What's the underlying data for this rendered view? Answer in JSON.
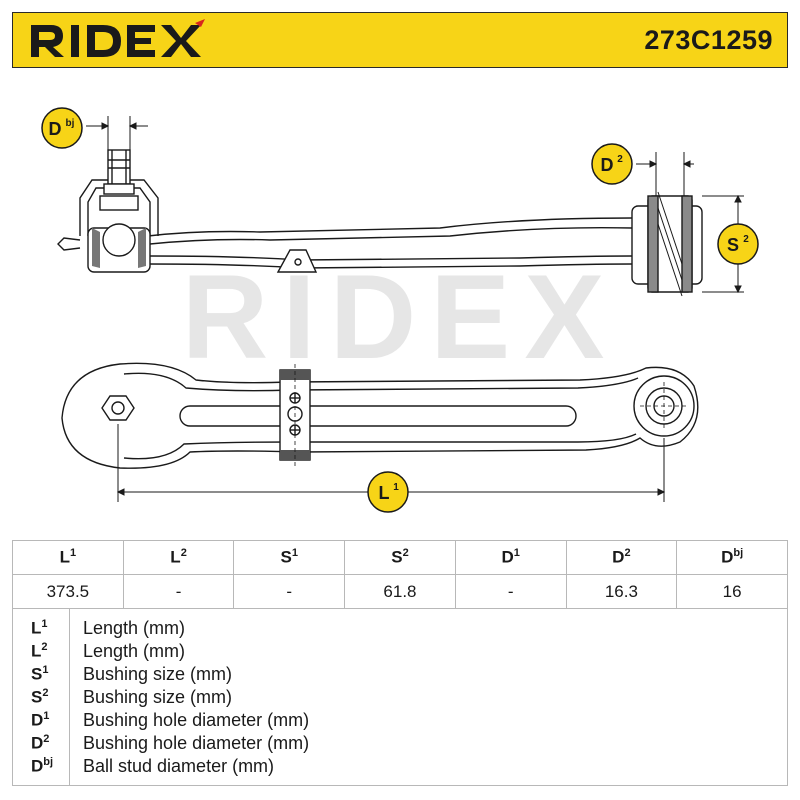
{
  "header": {
    "brand": "RIDEX",
    "part_number": "273C1259"
  },
  "watermark": "RIDEX",
  "colors": {
    "accent": "#f7d417",
    "line": "#1a1a1a",
    "watermark": "#e6e6e6"
  },
  "badges": {
    "dbj": {
      "base": "D",
      "sup": "bj"
    },
    "d2": {
      "base": "D",
      "sup": "2"
    },
    "s2": {
      "base": "S",
      "sup": "2"
    },
    "l1": {
      "base": "L",
      "sup": "1"
    }
  },
  "table": {
    "headers": [
      {
        "base": "L",
        "sup": "1"
      },
      {
        "base": "L",
        "sup": "2"
      },
      {
        "base": "S",
        "sup": "1"
      },
      {
        "base": "S",
        "sup": "2"
      },
      {
        "base": "D",
        "sup": "1"
      },
      {
        "base": "D",
        "sup": "2"
      },
      {
        "base": "D",
        "sup": "bj"
      }
    ],
    "values": [
      "373.5",
      "-",
      "-",
      "61.8",
      "-",
      "16.3",
      "16"
    ]
  },
  "legend": [
    {
      "base": "L",
      "sup": "1",
      "text": "Length (mm)"
    },
    {
      "base": "L",
      "sup": "2",
      "text": "Length (mm)"
    },
    {
      "base": "S",
      "sup": "1",
      "text": "Bushing size (mm)"
    },
    {
      "base": "S",
      "sup": "2",
      "text": "Bushing size (mm)"
    },
    {
      "base": "D",
      "sup": "1",
      "text": "Bushing hole diameter (mm)"
    },
    {
      "base": "D",
      "sup": "2",
      "text": "Bushing hole diameter (mm)"
    },
    {
      "base": "D",
      "sup": "bj",
      "text": "Ball stud diameter (mm)"
    }
  ]
}
